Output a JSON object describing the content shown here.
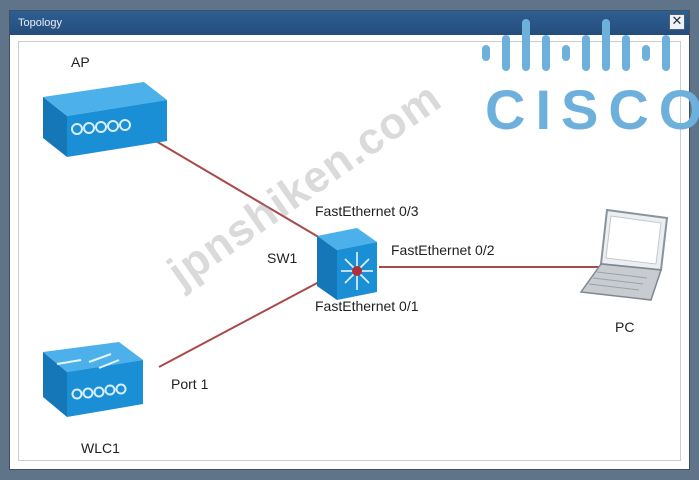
{
  "window": {
    "title": "Topology",
    "close_glyph": "✕"
  },
  "devices": {
    "ap": {
      "label": "AP",
      "icon": "access-point-icon"
    },
    "wlc": {
      "label": "WLC1",
      "icon": "wireless-lan-controller-icon"
    },
    "switch": {
      "label": "SW1",
      "icon": "multilayer-switch-icon"
    },
    "pc": {
      "label": "PC",
      "icon": "laptop-icon"
    }
  },
  "links": {
    "ap_port": "FastEthernet 0/3",
    "pc_port": "FastEthernet 0/2",
    "wlc_sw_port": "FastEthernet 0/1",
    "wlc_port": "Port 1",
    "color": "#a84a4a"
  },
  "branding": {
    "logo_text": "CISCO",
    "watermark": "jpnshiken.com"
  },
  "colors": {
    "device_blue": "#1a8fd6",
    "logo_blue": "#6eb0dc",
    "titlebar": "#2f5e93"
  }
}
